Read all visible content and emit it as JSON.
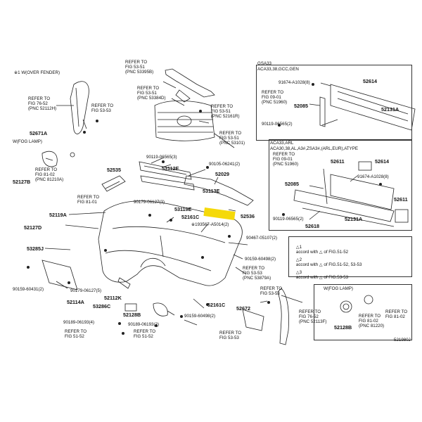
{
  "diagram_id": "521980J",
  "labels": {
    "over_fender": "※1 W(OVER FENDER)",
    "fog_lamp_left": "W(FOG LAMP)",
    "fog_lamp_right": "W(FOG LAMP)",
    "box_top_title_1": "GSA33",
    "box_top_title_2": "ACA33,38,GCC,GEN",
    "box_mid_title": "ACA33,ARL",
    "box_mid_title_2": "ACA30,38,AL,A3#,ZSA3#,(ARL,EUR),ATYPE"
  },
  "refs": {
    "r_53395": "REFER TO\nFIG 53-51\n(PNC 53395B)",
    "r_53384": "REFER TO\nFIG 53-51\n(PNC 53384D)",
    "r_52161": "REFER TO\nFIG 53-51\n(PNC 52161R)",
    "r_53101": "REFER TO\nFIG 53-51\n(PNC 53101)",
    "r_52112": "REFER TO\nFIG 76-52\n(PNC 52112H)",
    "r_5353a": "REFER TO\nFIG 53-53",
    "r_81210": "REFER TO\nFIG 81-02\n(PNC 81210A)",
    "r_8101": "REFER TO\nFIG 81-01",
    "r_0901a": "REFER TO\nFIG 09-01\n(PNC 51960)",
    "r_0901b": "REFER TO\nFIG 09-01\n(PNC 51960)",
    "r_53879": "REFER TO\nFIG 53-53\n(PNC 53879A)",
    "r_5353b": "REFER TO\nFIG 53-53",
    "r_52113": "REFER TO\nFIG 76-52\n(PNC 52113F)",
    "r_5152a": "REFER TO\nFIG 51-52",
    "r_5152b": "REFER TO\nFIG 51-52",
    "r_5353c": "REFER TO\nFIG 53-53",
    "r_81220": "REFER TO\nFIG 81-02\n(PNC 81220)",
    "r_8102b": "REFER TO\nFIG 81-02"
  },
  "parts": {
    "p52671A": "52671A",
    "p52127B": "52127B",
    "p52535": "52535",
    "p52119A": "52119A",
    "p52127D": "52127D",
    "p53285J": "53285J",
    "p90159a": "90159-60431(2)",
    "p52114A": "52114A",
    "p90179a": "90179-06127(5)",
    "p53286C": "53286C",
    "p52112K": "52112K",
    "p52128B": "52128B",
    "p90189a": "90189-06193(4)",
    "p90189b": "90189-06193(2)",
    "p90119a": "90119-06565(3)",
    "p53112E": "53112E",
    "p90179b": "90179-06127(3)",
    "p53119E": "53119E",
    "p52161C": "52161C",
    "p53113E": "53113E",
    "p90105": "90105-06241(2)",
    "p52029": "52029",
    "p52536": "52536",
    "p193567": "※193567-A5014(2)",
    "p90467": "90467-05107(2)",
    "p90159b": "90159-60498(2)",
    "p52161C2": "52161C",
    "p90159c": "90159-60498(2)",
    "p52672": "52672",
    "p52128B2": "52128B",
    "p91674a": "91674-A1028(8)",
    "p52614": "52614",
    "p52085": "52085",
    "p52131A": "52131A",
    "p90119b": "90119-06565(2)",
    "p52611": "52611",
    "p52614b": "52614",
    "p91674b": "91674-A1028(8)",
    "p52085b": "52085",
    "p52611b": "52611",
    "p90119c": "90119-06565(2)",
    "p52618": "52618",
    "p52131A2": "52131A"
  },
  "notes": [
    {
      "num": "1",
      "text": "accord with",
      "of": "of FIG.51-52"
    },
    {
      "num": "2",
      "text": "accord with",
      "of": "of FIG.51-52, 53-53"
    },
    {
      "num": "3",
      "text": "accord with",
      "of": "of FIG.53-53"
    }
  ],
  "colors": {
    "highlight": "#f5d90a",
    "line": "#222222"
  }
}
